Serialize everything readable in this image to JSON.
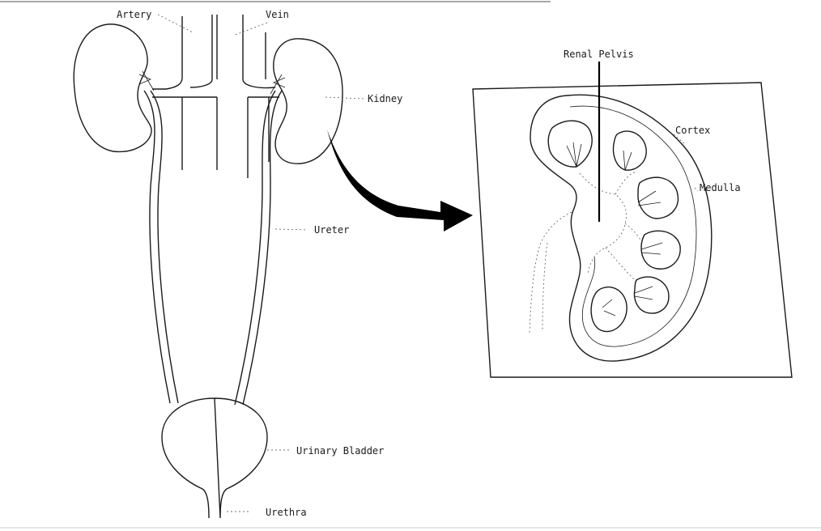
{
  "labels": {
    "artery": "Artery",
    "vein": "Vein",
    "kidney": "Kidney",
    "ureter": "Ureter",
    "bladder": "Urinary Bladder",
    "urethra": "Urethra",
    "renal_pelvis": "Renal Pelvis",
    "cortex": "Cortex",
    "medulla": "Medulla"
  },
  "colors": {
    "line": "#1a1a1a",
    "background": "#ffffff",
    "arrow": "#000000"
  }
}
